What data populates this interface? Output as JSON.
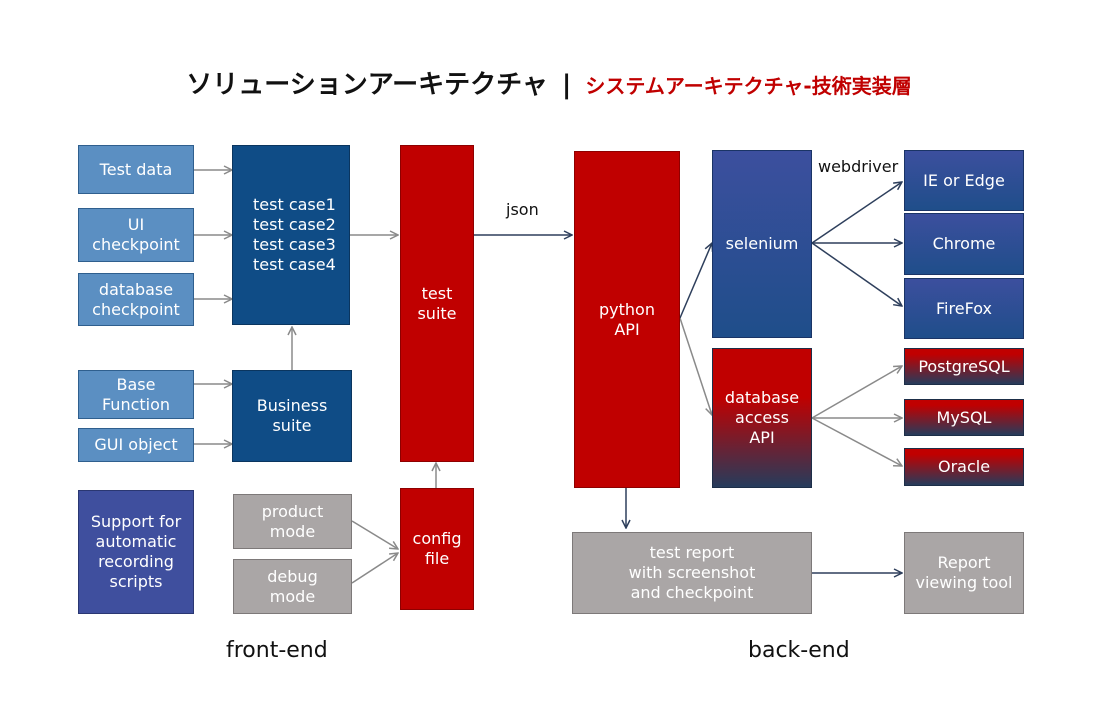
{
  "title": {
    "main": "ソリューションアーキテクチャ",
    "separator": "|",
    "sub": "システムアーキテクチャ-技術実装層"
  },
  "boxes": {
    "test_data": "Test data",
    "ui_checkpoint": "UI\ncheckpoint",
    "database_checkpoint": "database\ncheckpoint",
    "base_function": "Base\nFunction",
    "gui_object": "GUI object",
    "support_recording": "Support for\nautomatic\nrecording\nscripts",
    "test_cases": "test case1\ntest case2\ntest case3\ntest case4",
    "business_suite": "Business\nsuite",
    "product_mode": "product\nmode",
    "debug_mode": "debug\nmode",
    "test_suite": "test\nsuite",
    "config_file": "config\nfile",
    "python_api": "python\nAPI",
    "selenium": "selenium",
    "database_access_api": "database\naccess\nAPI",
    "ie_or_edge": "IE or Edge",
    "chrome": "Chrome",
    "firefox": "FireFox",
    "postgresql": "PostgreSQL",
    "mysql": "MySQL",
    "oracle": "Oracle",
    "test_report": "test report\nwith screenshot\nand checkpoint",
    "report_viewing_tool": "Report\nviewing tool"
  },
  "labels": {
    "json": "json",
    "webdriver": "webdriver"
  },
  "sections": {
    "front_end": "front-end",
    "back_end": "back-end"
  }
}
